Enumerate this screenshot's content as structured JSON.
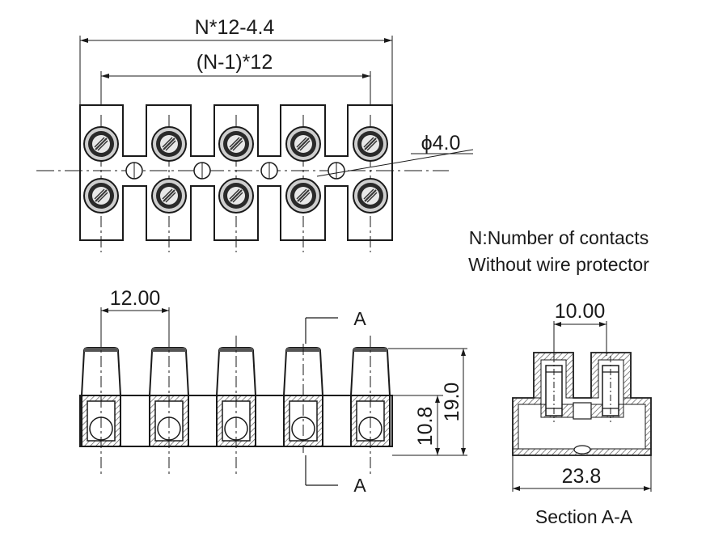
{
  "dimensions": {
    "overall_width": "N*12-4.4",
    "pitch_span": "(N-1)*12",
    "hole_diameter": "ϕ4.0",
    "pitch": "12.00",
    "inner_height": "10.8",
    "total_height": "19.0",
    "section_spacing": "10.00",
    "section_width": "23.8"
  },
  "notes": {
    "line1": "N:Number of contacts",
    "line2": "Without wire protector"
  },
  "section": {
    "marker_top": "A",
    "marker_bottom": "A",
    "caption": "Section A-A"
  },
  "drawing": {
    "contacts_shown": 5,
    "mounting_holes_shown": 4,
    "colors": {
      "ink": "#1a1a1a",
      "hatch": "#555555",
      "paper": "#ffffff"
    }
  }
}
